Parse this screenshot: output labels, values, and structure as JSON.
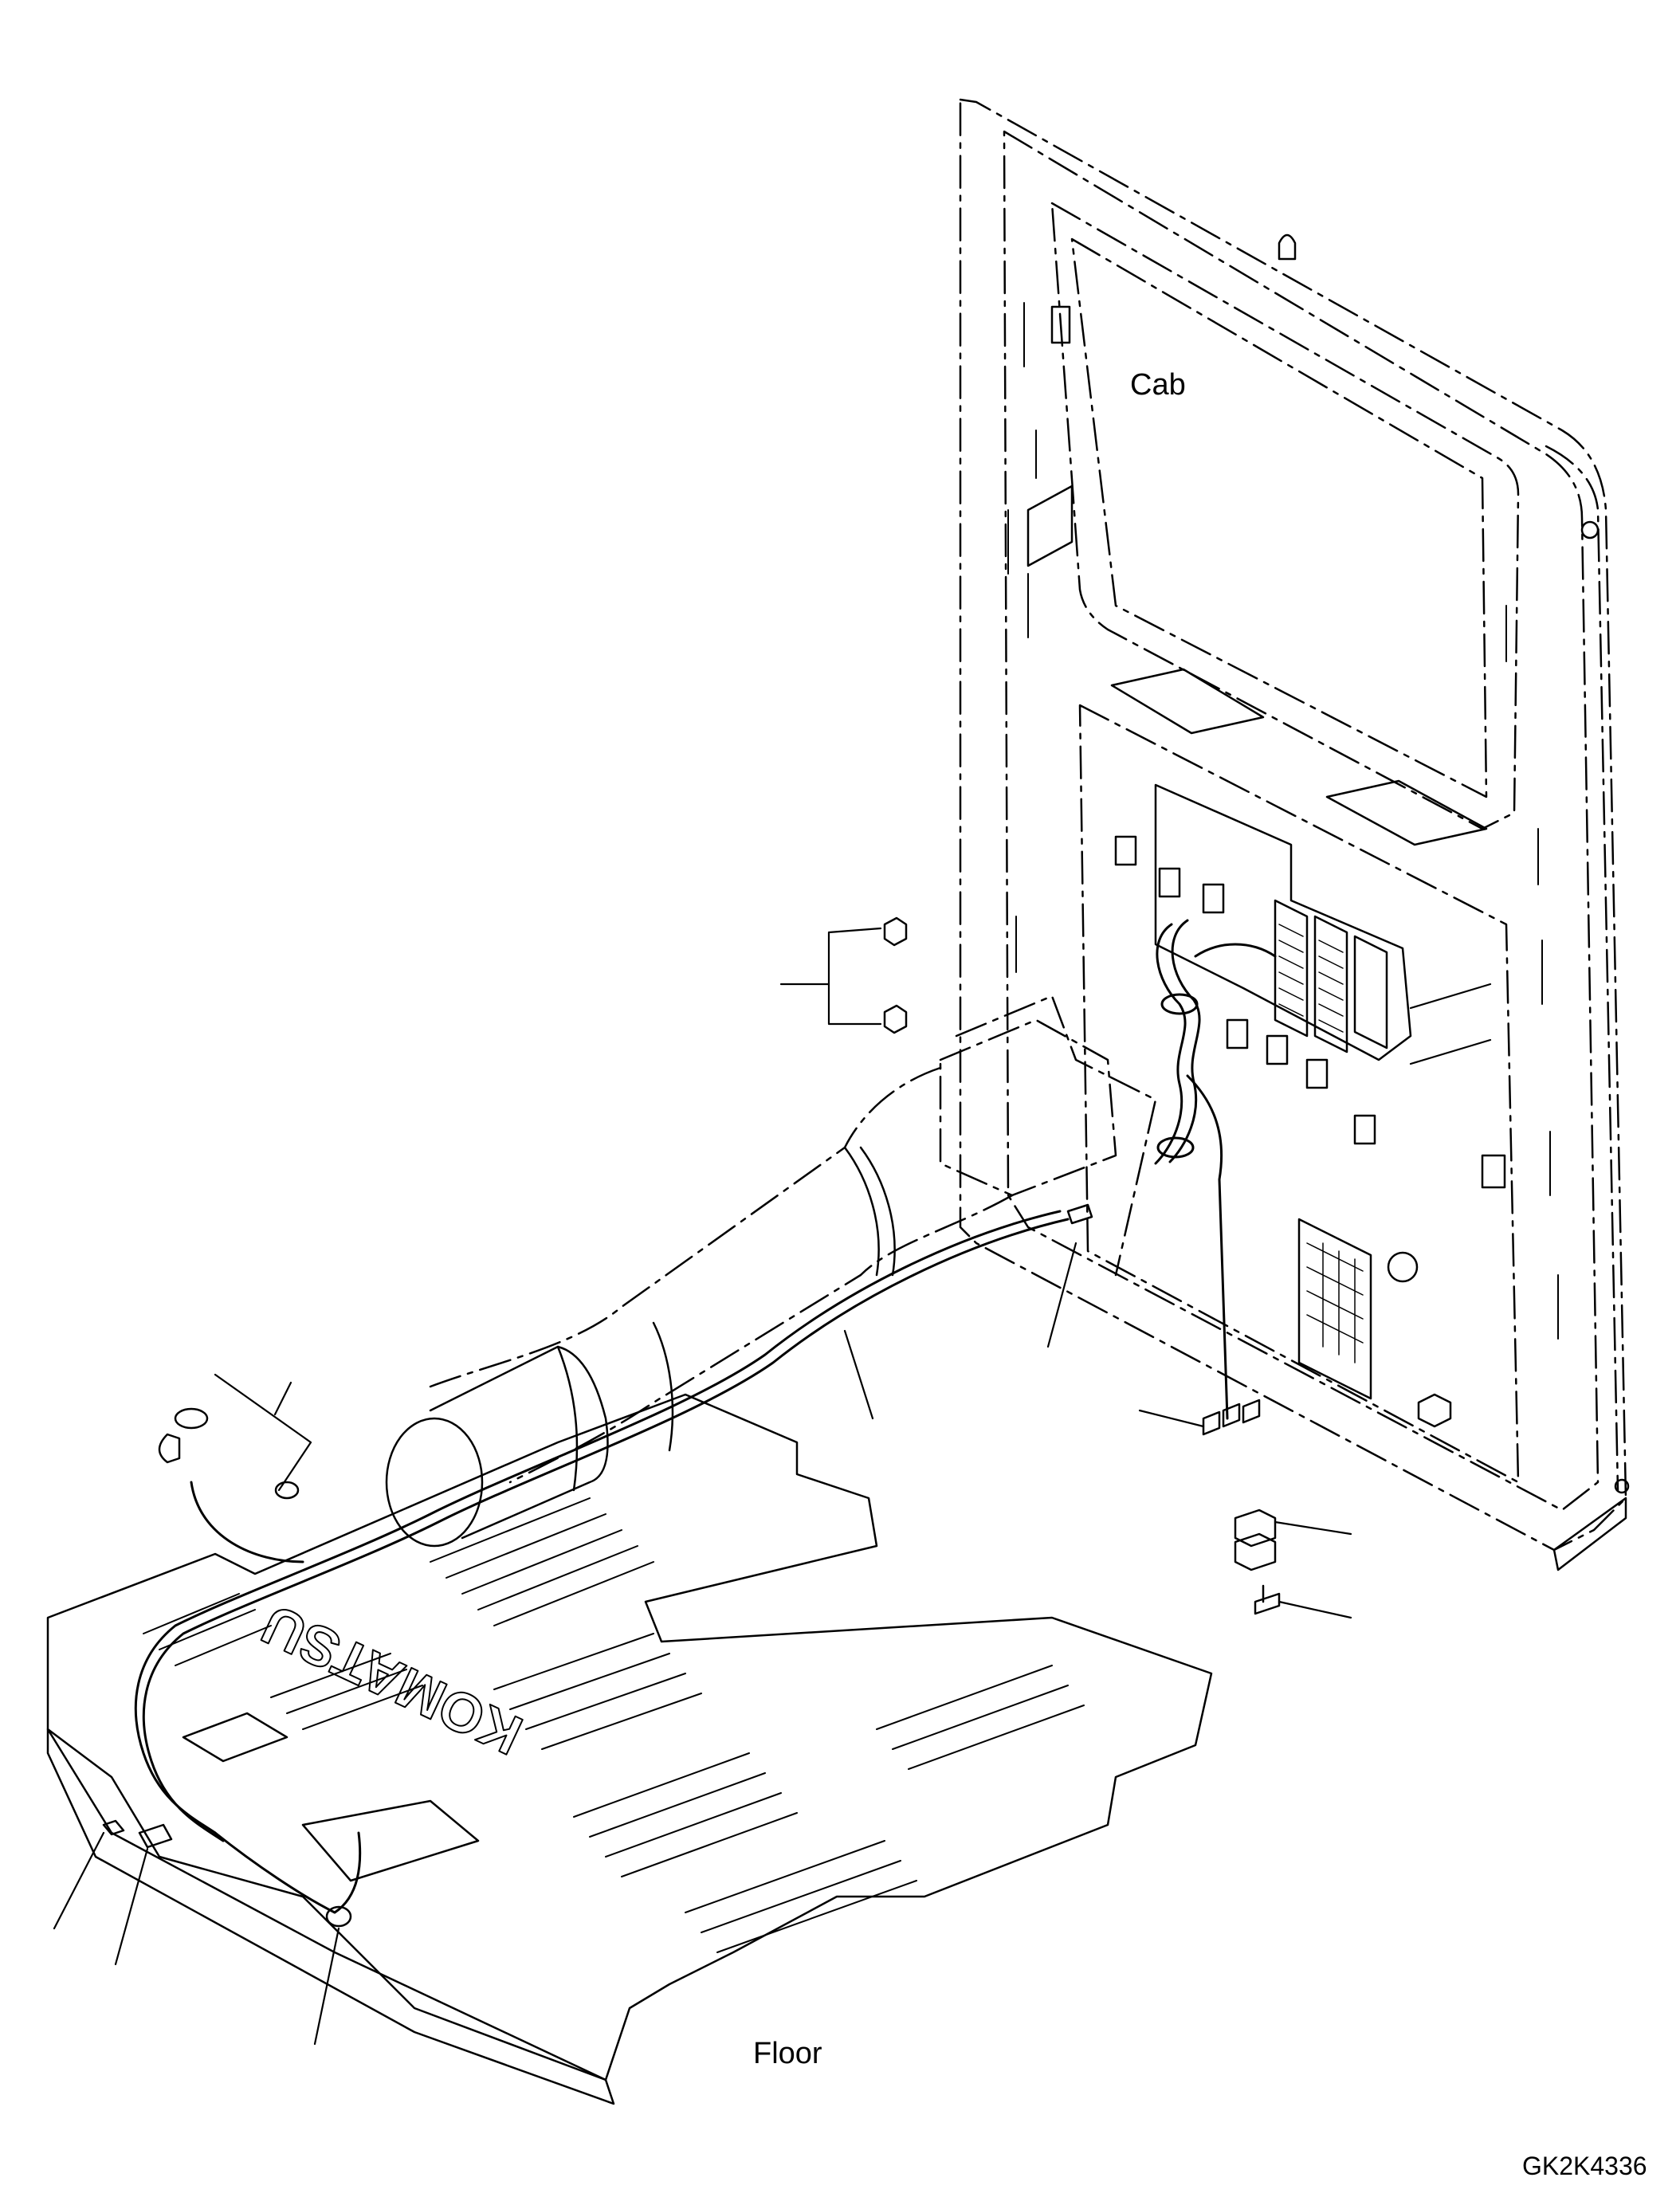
{
  "labels": {
    "cab": "Cab",
    "floor": "Floor"
  },
  "drawing_id": "GK2K4336",
  "colors": {
    "line": "#000000",
    "background": "#ffffff"
  }
}
